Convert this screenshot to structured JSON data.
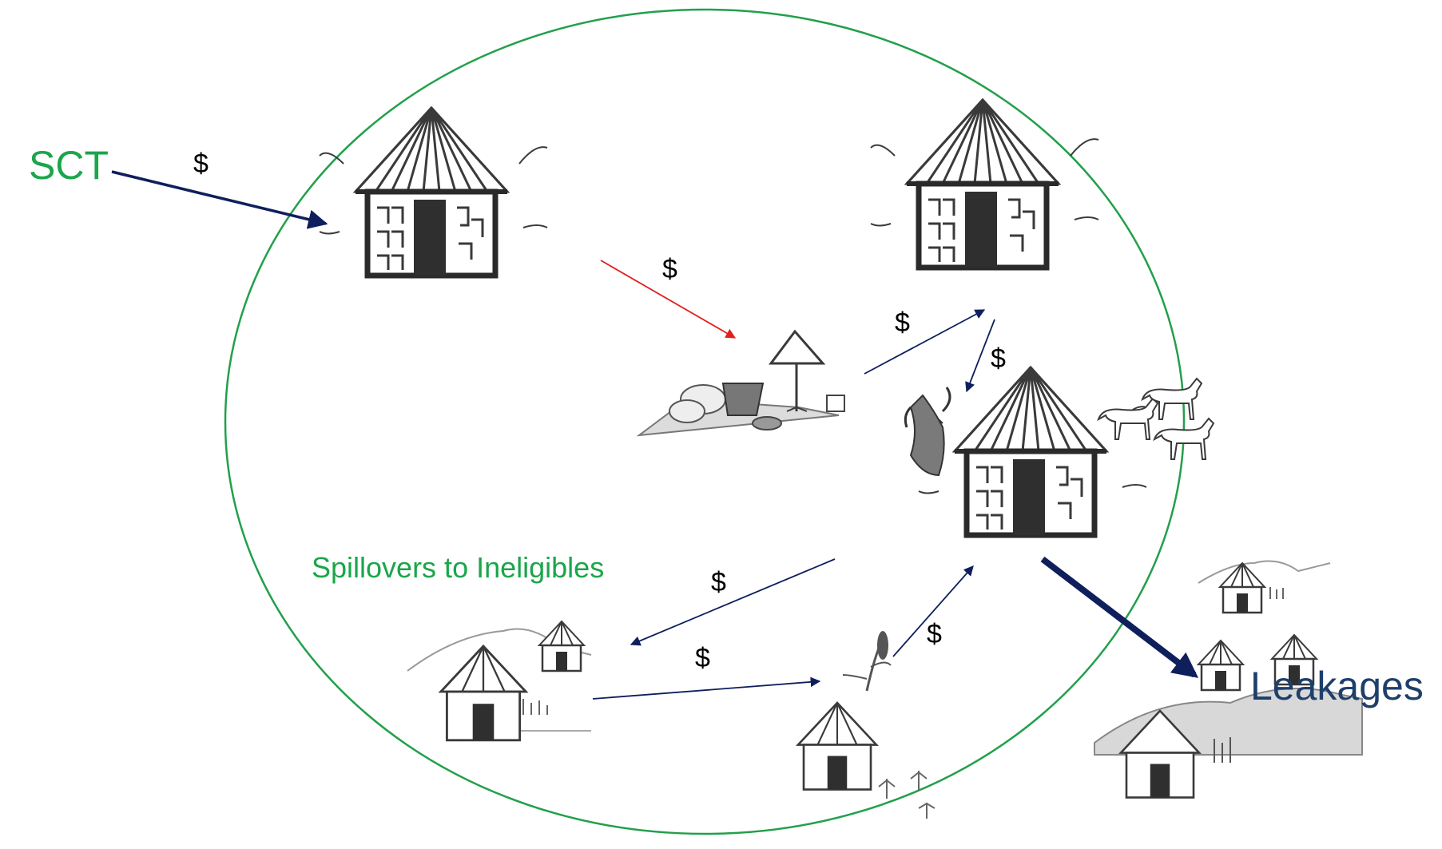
{
  "labels": {
    "sct": "SCT",
    "spillovers": "Spillovers to Ineligibles",
    "leakages": "Leakages",
    "currency": "$"
  },
  "colors": {
    "circle": "#22a04a",
    "green_text": "#1aa64a",
    "navy": "#0f1f5c",
    "red": "#e02020",
    "leak_text": "#1f3f6b",
    "sketch": "#3a3a3a"
  },
  "icons": {
    "hut": "thatched-hut-icon",
    "market": "market-stall-icon",
    "goat": "goat-icon",
    "crop": "sorghum-plant-icon",
    "village": "small-hut-icon"
  }
}
